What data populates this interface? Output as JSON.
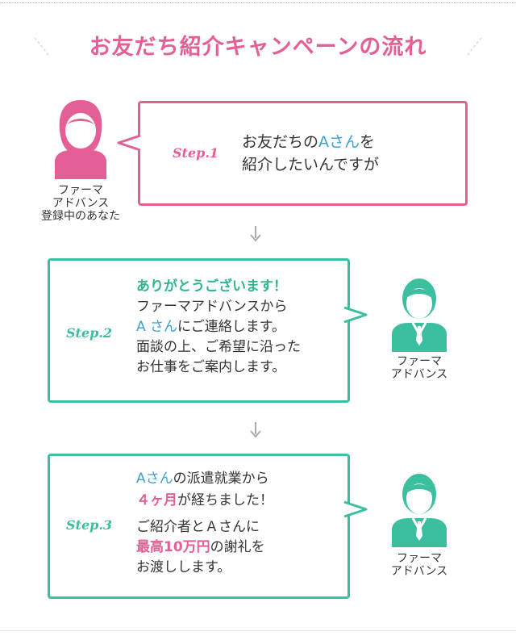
{
  "title": "お友だち紹介キャンペーンの流れ",
  "colors": {
    "pink": "#e45f96",
    "green": "#3bbf9f",
    "blue": "#3e9fd2"
  },
  "user": {
    "label_lines": [
      "ファーマ",
      "アドバンス",
      "登録中のあなた"
    ]
  },
  "agency": {
    "label_lines": [
      "ファーマ",
      "アドバンス"
    ]
  },
  "steps": [
    {
      "label": "Step.1",
      "lines": [
        [
          "お友だちの",
          "Aさん",
          "を"
        ],
        [
          "紹介したいんですが"
        ]
      ]
    },
    {
      "label": "Step.2",
      "lines": [
        [
          "ありがとうございます！"
        ],
        [
          "ファーマアドバンスから"
        ],
        [
          "A さん",
          "にご連絡します。"
        ],
        [
          "面談の上、ご希望に沿った"
        ],
        [
          "お仕事をご案内します。"
        ]
      ]
    },
    {
      "label": "Step.3",
      "lines": [
        [
          "Aさん",
          "の派遣就業から"
        ],
        [
          "４ヶ月",
          "が経ちました！"
        ],
        [
          "ご紹介者とＡさんに"
        ],
        [
          "最高10万円",
          "の謝礼を"
        ],
        [
          "お渡しします。"
        ]
      ]
    }
  ]
}
